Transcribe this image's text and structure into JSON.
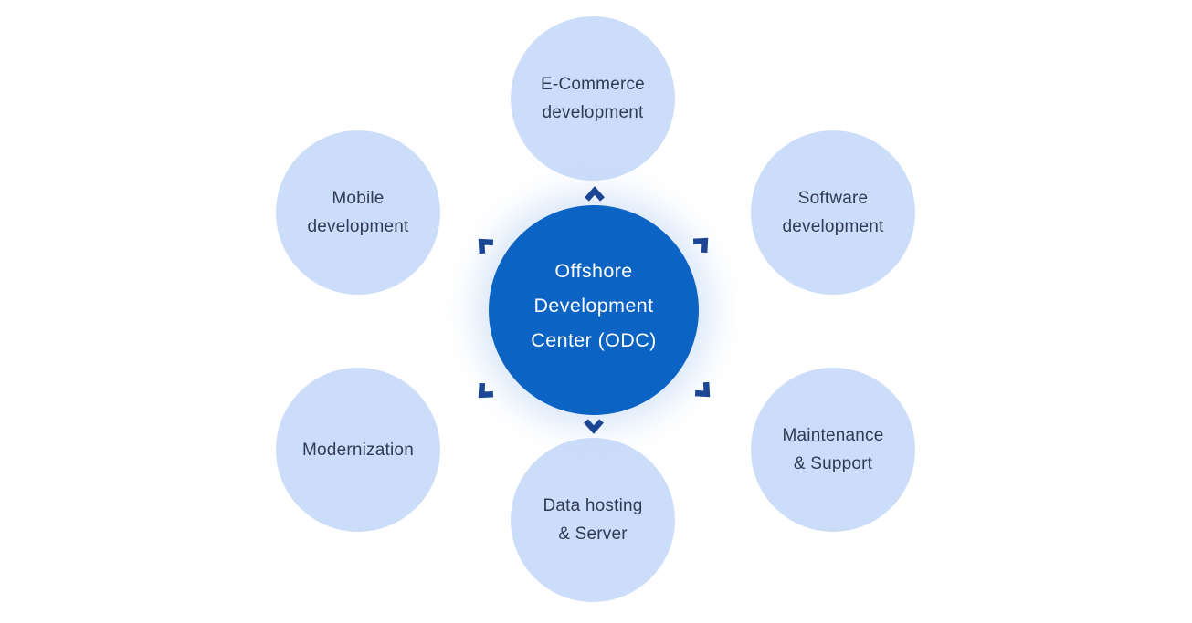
{
  "title": "Offshore Development Center (ODC) services diagram",
  "colors": {
    "background": "#ffffff",
    "satellite_fill": "#ccddfa",
    "satellite_text": "#313a55",
    "center_fill": "#0b63c3",
    "center_text": "#ffffff",
    "arrow": "#1c4694"
  },
  "center": {
    "label": "Offshore Development Center (ODC)",
    "lines": [
      "Offshore",
      "Development",
      "Center (ODC)"
    ]
  },
  "satellites": [
    {
      "id": "e-commerce-development",
      "label": "E-Commerce development",
      "lines": [
        "E-Commerce",
        "development"
      ],
      "position": "top"
    },
    {
      "id": "software-development",
      "label": "Software development",
      "lines": [
        "Software",
        "development"
      ],
      "position": "top-right"
    },
    {
      "id": "maintenance-support",
      "label": "Maintenance & Support",
      "lines": [
        "Maintenance",
        "& Support"
      ],
      "position": "bottom-right"
    },
    {
      "id": "data-hosting-server",
      "label": "Data hosting & Server",
      "lines": [
        "Data hosting",
        "& Server"
      ],
      "position": "bottom"
    },
    {
      "id": "modernization",
      "label": "Modernization",
      "lines": [
        "Modernization"
      ],
      "position": "bottom-left"
    },
    {
      "id": "mobile-development",
      "label": "Mobile development",
      "lines": [
        "Mobile",
        "development"
      ],
      "position": "top-left"
    }
  ],
  "arrows": [
    "up",
    "up-right",
    "down-right",
    "down",
    "down-left",
    "up-left"
  ]
}
